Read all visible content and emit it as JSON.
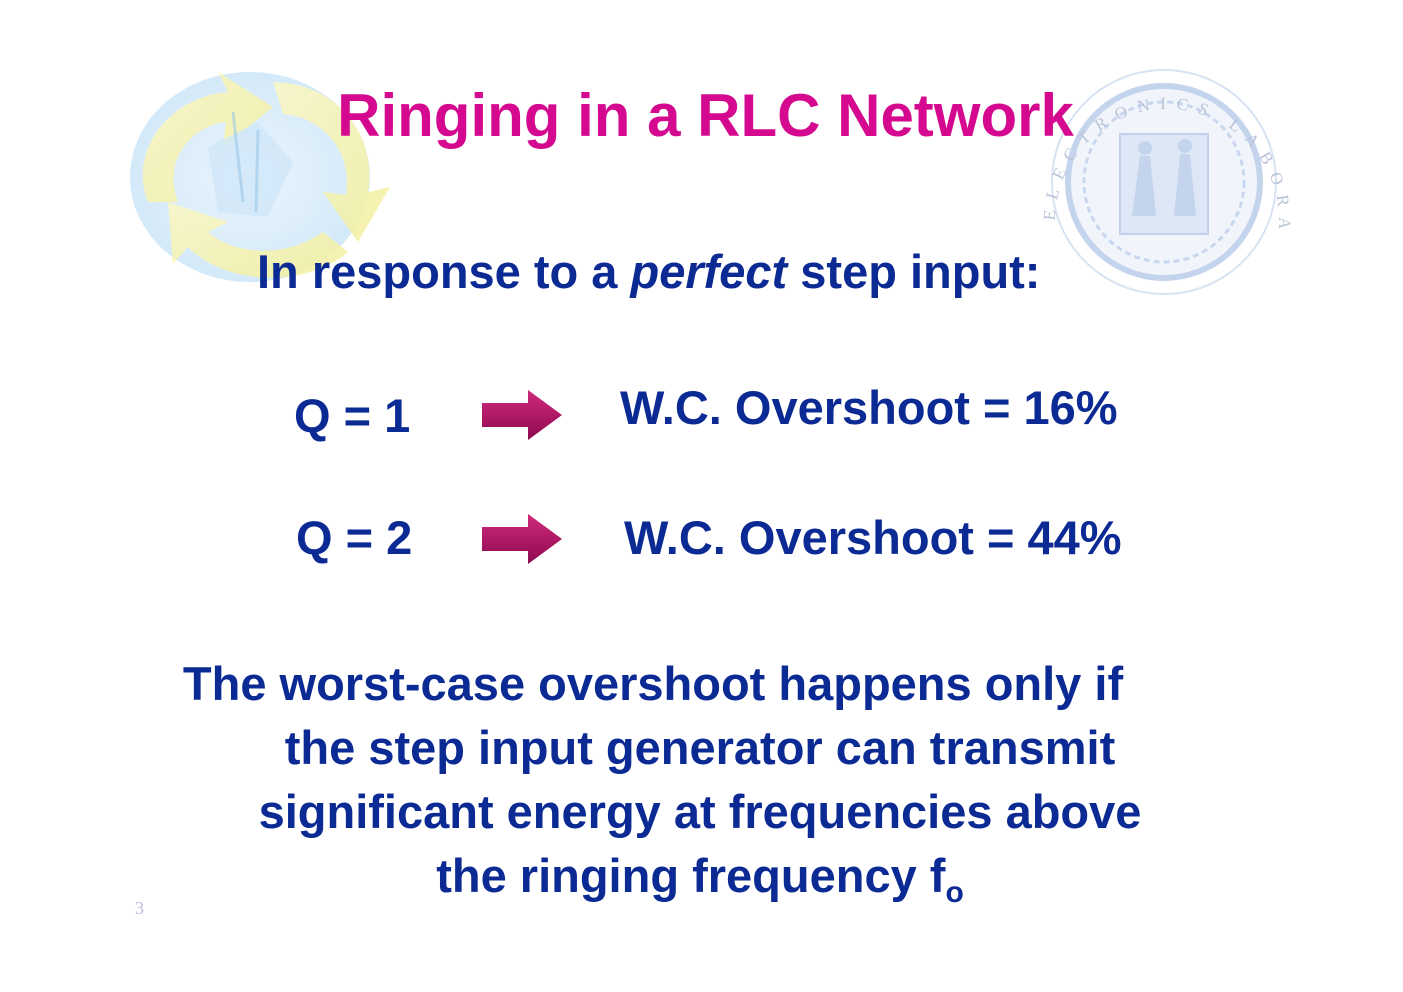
{
  "slide": {
    "title": "Ringing in a RLC Network",
    "subtitle": {
      "before": "In response to a ",
      "emphasis": "perfect",
      "after": " step input:"
    },
    "rows": [
      {
        "q_label": "Q = 1",
        "overshoot": "W.C. Overshoot = 16%"
      },
      {
        "q_label": "Q = 2",
        "overshoot": "W.C. Overshoot = 44%"
      }
    ],
    "paragraph": {
      "lines": [
        "The worst-case overshoot happens only if",
        "the step input generator can transmit",
        "significant energy at frequencies above",
        "the ringing frequency f"
      ],
      "subscript": "o"
    },
    "page_number": "3"
  },
  "decorations": {
    "seal_text": "ELECTRONICS LABORATORY"
  },
  "colors": {
    "title": "#d4098f",
    "body_text": "#0b2a94",
    "arrow": "#b0105f",
    "page_number": "#b8b8e4"
  },
  "icons": {
    "arrows": "right-arrow-icon",
    "left_logo": "recycle-arrows-logo",
    "right_logo": "university-seal-logo"
  }
}
